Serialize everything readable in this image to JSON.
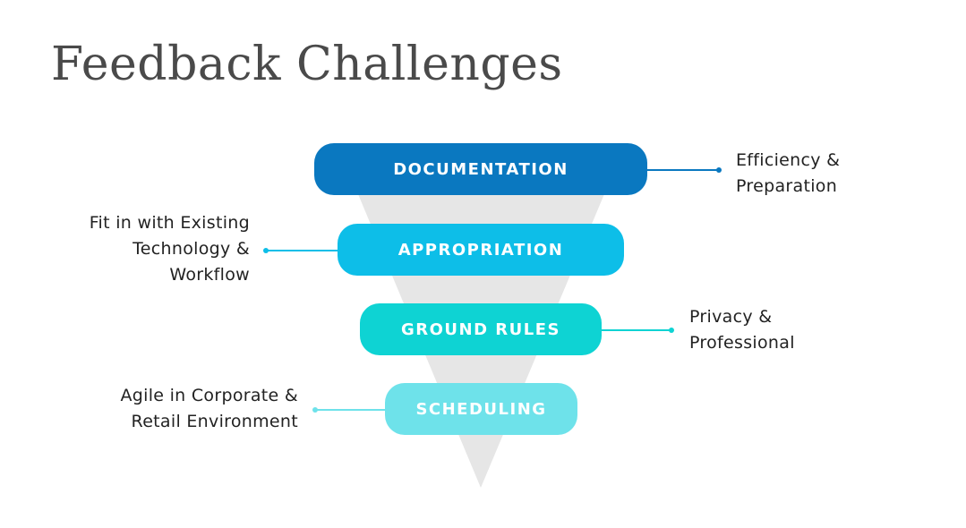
{
  "title": "Feedback Challenges",
  "stages": [
    {
      "label": "DOCUMENTATION",
      "color": "#0a78c0",
      "note_lines": [
        "Efficiency &",
        "Preparation"
      ],
      "note_side": "right"
    },
    {
      "label": "APPROPRIATION",
      "color": "#0dbee8",
      "note_lines": [
        "Fit in with Existing",
        "Technology &",
        "Workflow"
      ],
      "note_side": "left"
    },
    {
      "label": "GROUND RULES",
      "color": "#0ed3d3",
      "note_lines": [
        "Privacy &",
        "Professional"
      ],
      "note_side": "right"
    },
    {
      "label": "SCHEDULING",
      "color": "#6ee2ea",
      "note_lines": [
        "Agile in Corporate &",
        "Retail Environment"
      ],
      "note_side": "left"
    }
  ],
  "funnel_color": "#e6e6e6"
}
